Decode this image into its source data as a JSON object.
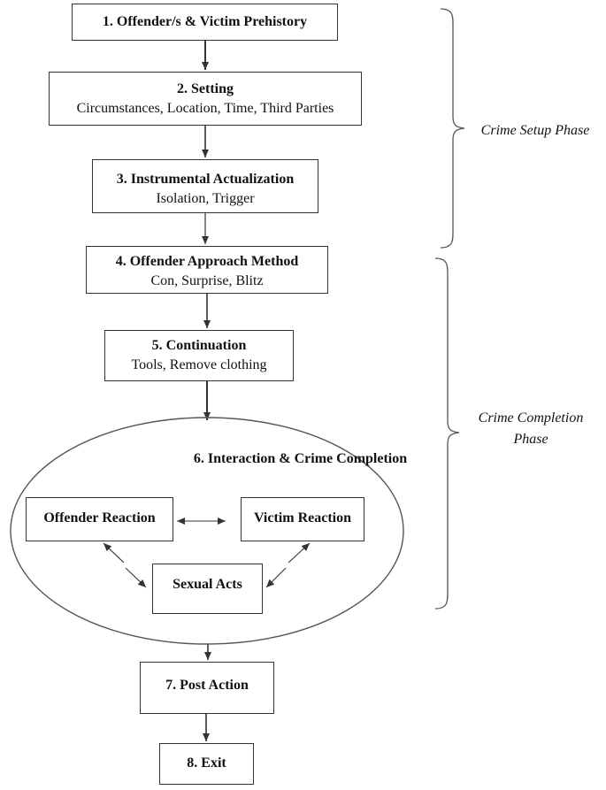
{
  "steps": [
    {
      "title": "1. Offender/s & Victim Prehistory",
      "sub": ""
    },
    {
      "title": "2. Setting",
      "sub": "Circumstances, Location, Time, Third Parties"
    },
    {
      "title": "3. Instrumental Actualization",
      "sub": "Isolation, Trigger"
    },
    {
      "title": "4. Offender Approach Method",
      "sub": "Con, Surprise, Blitz"
    },
    {
      "title": "5. Continuation",
      "sub": "Tools, Remove clothing"
    },
    {
      "title": "6. Interaction &  Crime Completion",
      "sub": ""
    },
    {
      "title": "7. Post Action",
      "sub": ""
    },
    {
      "title": "8. Exit",
      "sub": ""
    }
  ],
  "interaction": {
    "offender_reaction": "Offender Reaction",
    "victim_reaction": "Victim Reaction",
    "sexual_acts": "Sexual Acts"
  },
  "phases": {
    "setup": "Crime Setup Phase",
    "completion_line1": "Crime Completion",
    "completion_line2": "Phase"
  },
  "colors": {
    "stroke": "#333333",
    "text": "#111111"
  }
}
